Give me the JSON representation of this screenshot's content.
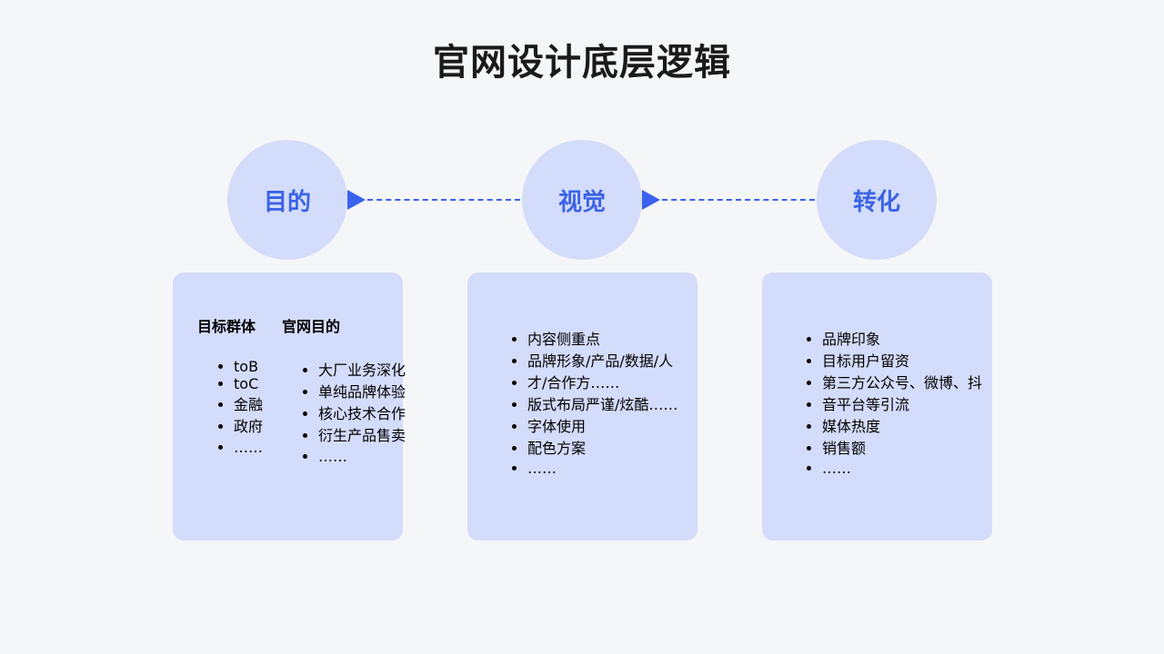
{
  "title": "官网设计底层逻辑",
  "steps": [
    {
      "label": "目的"
    },
    {
      "label": "视觉"
    },
    {
      "label": "转化"
    }
  ],
  "purpose_card": {
    "columns": [
      {
        "header": "目标群体",
        "items": [
          "toB",
          "toC",
          "金融",
          "政府",
          "……"
        ]
      },
      {
        "header": "官网目的",
        "items": [
          "大厂业务深化",
          "单纯品牌体验",
          "核心技术合作",
          "衍生产品售卖",
          "……"
        ]
      }
    ]
  },
  "visual_card": {
    "items": [
      "内容侧重点",
      "品牌形象/产品/数据/人",
      "才/合作方……",
      "版式布局严谨/炫酷……",
      "字体使用",
      "配色方案",
      "……"
    ]
  },
  "conversion_card": {
    "items": [
      "品牌印象",
      "目标用户留资",
      "第三方公众号、微博、抖",
      "音平台等引流",
      "媒体热度",
      "销售额",
      "……"
    ]
  },
  "colors": {
    "accent": "#3b63e6",
    "fill": "#d3dcfa",
    "background": "#f5f6f8",
    "title": "#1a1a1a"
  }
}
